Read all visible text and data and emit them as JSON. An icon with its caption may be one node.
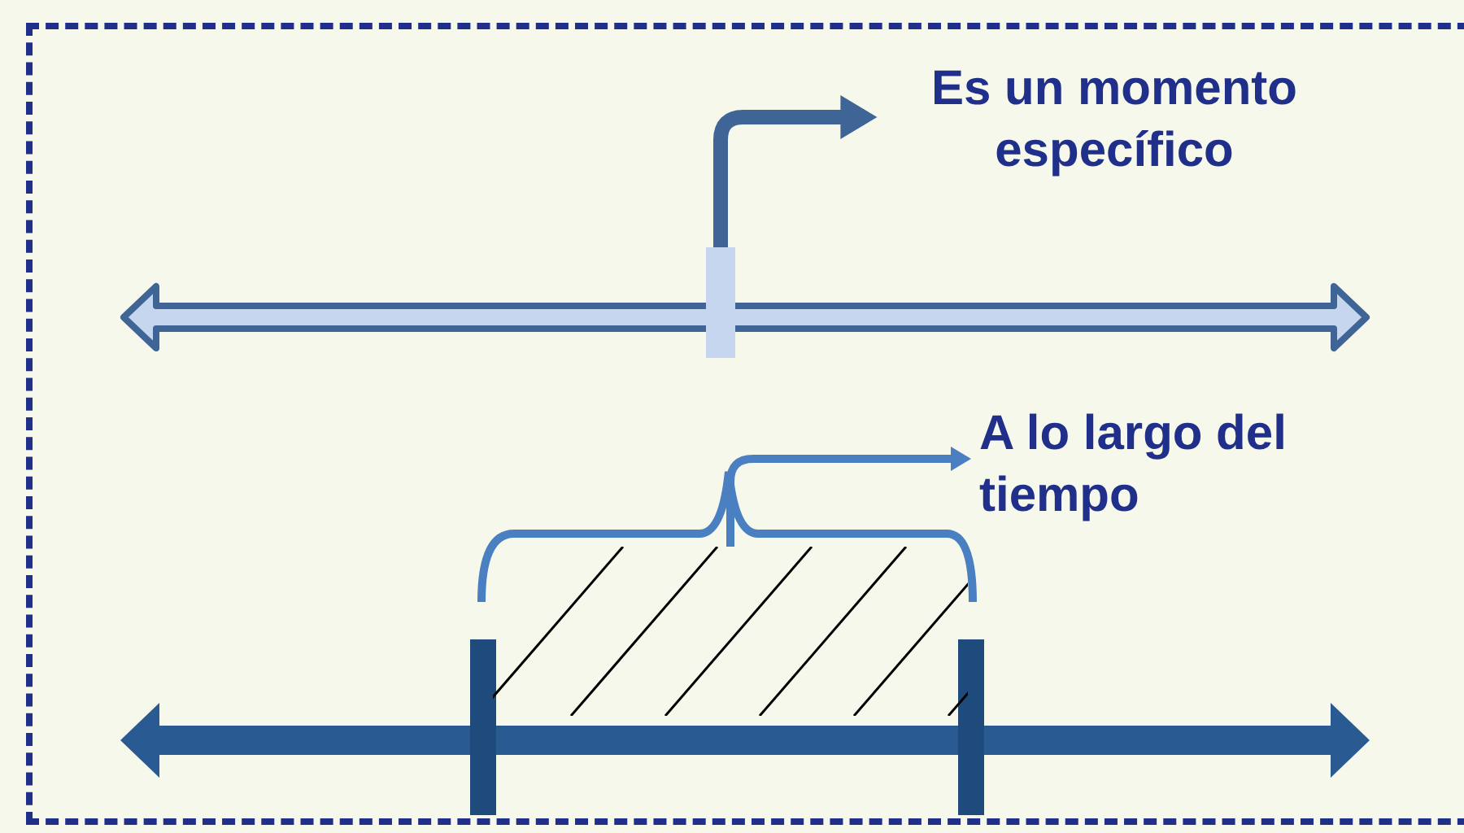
{
  "diagram": {
    "nodes": [
      {
        "text": [
          "Es un momento específico"
        ]
      },
      {
        "text": [],
        "shape": "bar"
      },
      {
        "text": [
          "A lo largo del tiempo"
        ]
      },
      {
        "text": [],
        "shape": "box"
      }
    ],
    "edges": [
      {
        "from": 1,
        "to": 0,
        "arrow": "to",
        "style": "thick"
      },
      {
        "from": 3,
        "to": 2,
        "arrow": "to"
      }
    ]
  }
}
